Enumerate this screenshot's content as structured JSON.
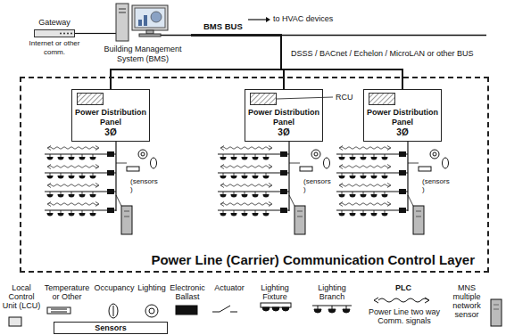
{
  "diagram": {
    "nodes": [
      {
        "text": [
          "Gateway",
          "Internet or other comm."
        ]
      },
      {
        "text": [
          "Building Management System (BMS)"
        ]
      },
      {
        "text": [
          "Power Line (Carrier) Communication Control Layer"
        ]
      },
      {
        "text": [
          "Power Distribution Panel",
          "3Ø"
        ],
        "in": 2
      },
      {
        "text": [
          "Power Distribution Panel",
          "3Ø"
        ],
        "in": 2
      },
      {
        "text": [
          "Power Distribution Panel",
          "3Ø"
        ],
        "in": 2
      }
    ],
    "edges": [
      {
        "from": 0,
        "to": 1,
        "arrow": "none"
      },
      {
        "from": 1,
        "to": 3,
        "arrow": "none"
      },
      {
        "from": 1,
        "to": 4,
        "arrow": "none"
      },
      {
        "from": 1,
        "to": 5,
        "arrow": "none"
      }
    ],
    "labels": [
      "BMS BUS",
      "to HVAC devices",
      "DSSS / BACnet / Echelon / MicroLAN or other BUS",
      "RCU",
      "(sensors )",
      "(sensors )",
      "(sensors )",
      "PLC",
      "Sensors"
    ],
    "legend": [
      {
        "text": "Local Control Unit (LCU)"
      },
      {
        "text": "Temperature or Other"
      },
      {
        "text": "Occupancy"
      },
      {
        "text": "Lighting"
      },
      {
        "text": "Electronic Ballast"
      },
      {
        "text": "Actuator"
      },
      {
        "text": "Lighting Fixture"
      },
      {
        "text": "Lighting Branch"
      },
      {
        "text": "Power Line two way Comm. signals"
      },
      {
        "text": "MNS multiple network sensor"
      }
    ]
  }
}
